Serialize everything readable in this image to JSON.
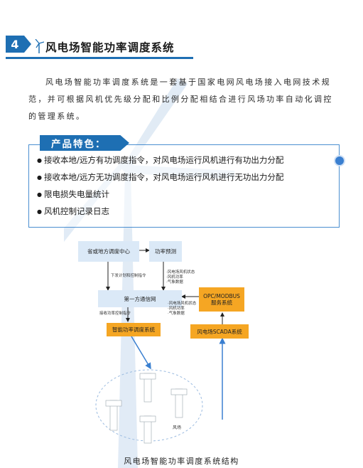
{
  "header": {
    "number": "4",
    "title": "风电场智能功率调度系统"
  },
  "intro": "风电场智能功率调度系统是一套基于国家电网风电场接入电网技术规范，并可根据风机优先级分配和比例分配相结合进行风场功率自动化调控的管理系统。",
  "features": {
    "title": "产品特色：",
    "items": [
      "接收本地/远方有功调度指令，对风电场运行风机进行有功出力分配",
      "接收本地/远方无功调度指令，对风电场运行风机进行无功出力分配",
      "限电损失电量统计",
      "风机控制记录日志"
    ]
  },
  "diagram": {
    "dispatch_center": "省或地方调度中心",
    "power_forecast": "功率预测",
    "dispatch_to_comm": "下发计划和控制指令",
    "forecast_items": [
      "·风电场风机状态",
      "·风机功率",
      "·气象数据"
    ],
    "comm_node": "第一方通信网",
    "opc_server": "OPC/MODBUS\n服务系统",
    "scada_items": [
      "·风电场风机状态",
      "·风机功率",
      "·气象数据"
    ],
    "comm_to_system": "接收功率控制指令",
    "smart_system": "智能功率调度系统",
    "scada": "风电场SCADA系统",
    "wind_farm": "风场"
  },
  "caption": "风电场智能功率调度系统结构",
  "colors": {
    "blue": "#1e6fb3",
    "node_blue": "#dbe9f7",
    "node_orange": "#f5a623"
  }
}
